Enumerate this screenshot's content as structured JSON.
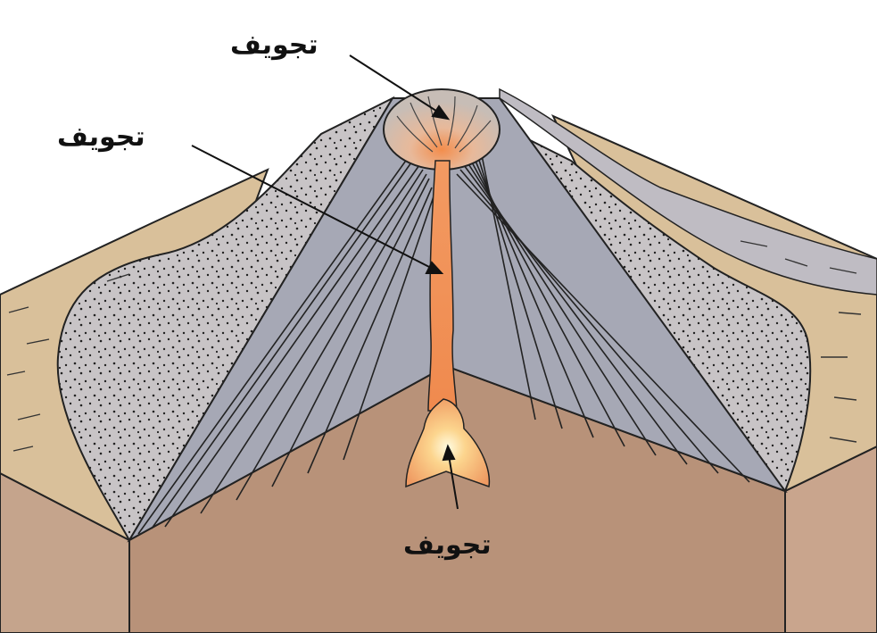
{
  "labels": {
    "crater": "تجويف",
    "conduit": "تجويف",
    "chamber": "تجويف"
  },
  "colors": {
    "ground": "#dcc39c",
    "ground_side": "#c9ae93",
    "ground_front": "#b89077",
    "ash": "#c9c6c9",
    "lava_layers": "#a4a6b3",
    "magma": "#f19660",
    "magma_core": "#fff3b0",
    "outline": "#2a2a2a"
  }
}
